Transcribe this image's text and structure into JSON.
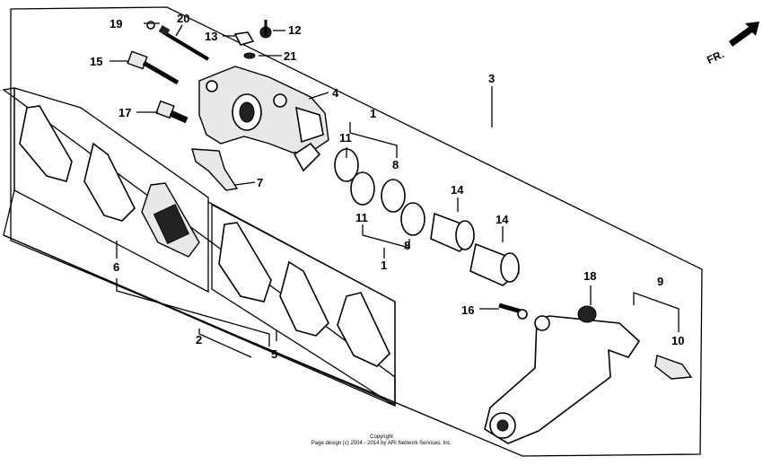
{
  "diagram": {
    "direction_label": "FR.",
    "copyright_line1": "Copyright",
    "copyright_line2": "Page design (c) 2004 - 2014 by ARI Network Services, Inc.",
    "callouts": {
      "c1a": "1",
      "c1b": "1",
      "c2": "2",
      "c3": "3",
      "c4": "4",
      "c5": "5",
      "c6": "6",
      "c7": "7",
      "c8a": "8",
      "c8b": "8",
      "c9": "9",
      "c10": "10",
      "c11a": "11",
      "c11b": "11",
      "c12": "12",
      "c13": "13",
      "c14a": "14",
      "c14b": "14",
      "c15": "15",
      "c16": "16",
      "c17": "17",
      "c18": "18",
      "c19": "19",
      "c20": "20",
      "c21": "21"
    }
  }
}
